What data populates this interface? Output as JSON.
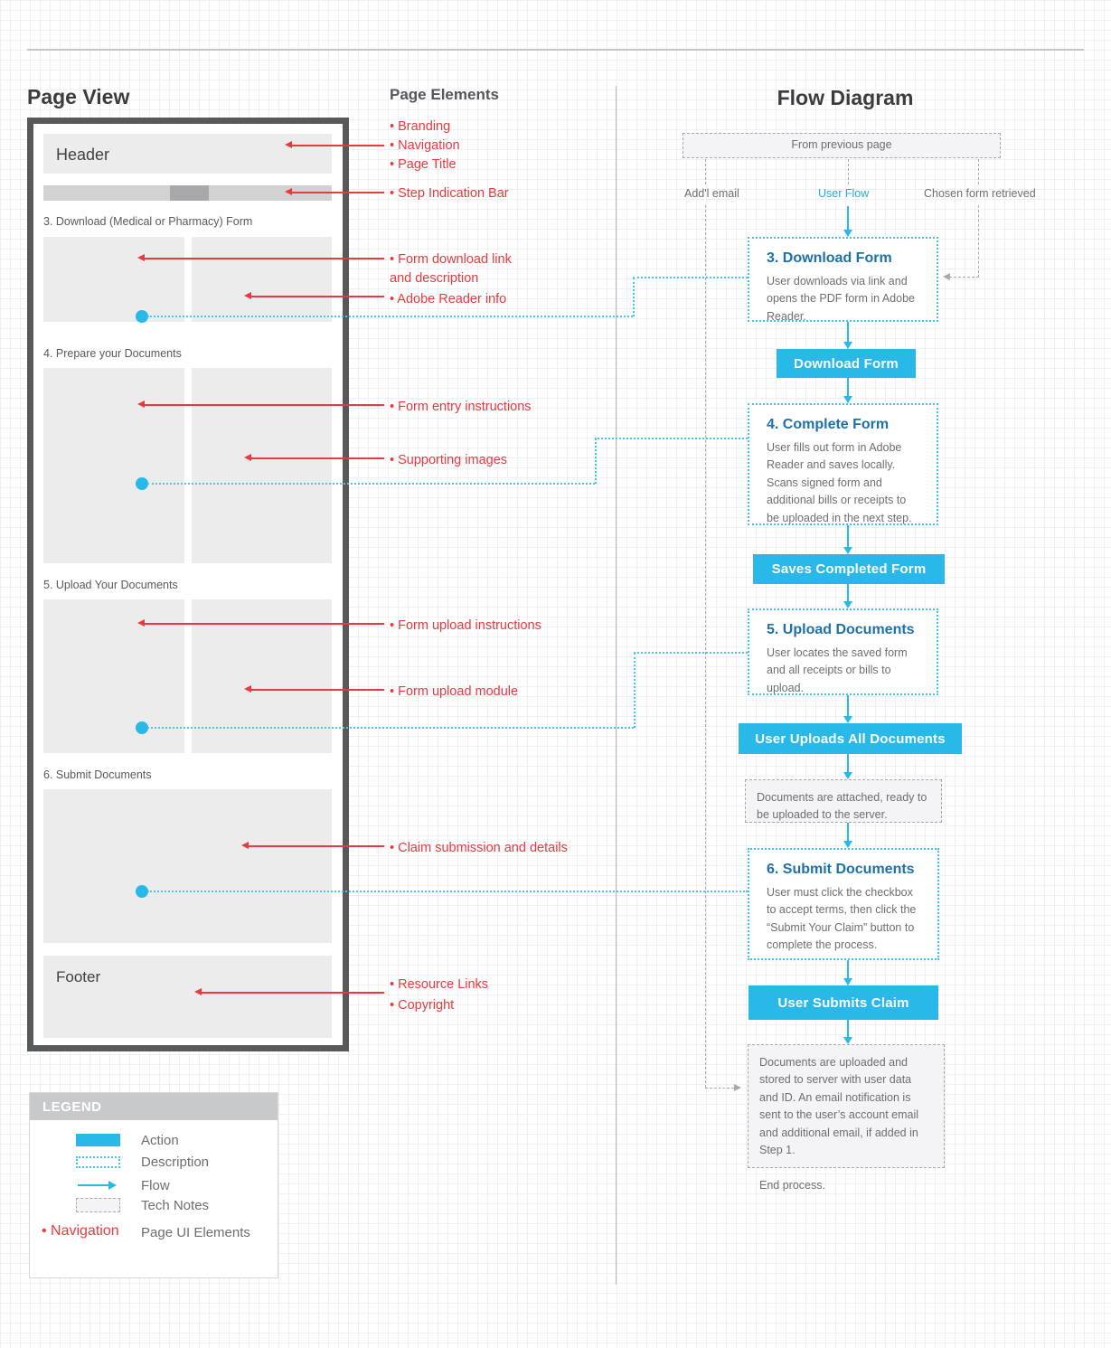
{
  "page_view": {
    "title": "Page View",
    "header_label": "Header",
    "sections": [
      {
        "label": "3. Download (Medical or Pharmacy) Form"
      },
      {
        "label": "4. Prepare your Documents"
      },
      {
        "label": "5. Upload Your Documents"
      },
      {
        "label": "6. Submit Documents"
      }
    ],
    "footer_label": "Footer"
  },
  "page_elements": {
    "title": "Page Elements",
    "items": [
      "• Branding",
      "• Navigation",
      "• Page Title",
      "• Step Indication Bar",
      "• Form download link\n   and description",
      "• Adobe Reader info",
      "• Form entry instructions",
      "• Supporting images",
      "• Form upload instructions",
      "• Form upload module",
      "• Claim submission and details",
      "• Resource Links",
      "• Copyright"
    ]
  },
  "flow": {
    "title": "Flow Diagram",
    "entry_box": "From previous page",
    "lanes": [
      "Add'l email",
      "User Flow",
      "Chosen form retrieved"
    ],
    "steps": [
      {
        "title": "3. Download Form",
        "description": "User downloads via link and opens the PDF form in Adobe Reader."
      },
      {
        "title": "4. Complete Form",
        "description": "User fills out form in Adobe Reader and saves locally. Scans signed form and additional bills or receipts to be uploaded in the next step."
      },
      {
        "title": "5. Upload Documents",
        "description": "User locates the saved form and all receipts or bills to upload."
      },
      {
        "title": "6. Submit Documents",
        "description": "User must click the checkbox to accept terms, then click the “Submit Your Claim” button to complete the process."
      }
    ],
    "actions": [
      "Download Form",
      "Saves Completed Form",
      "User Uploads All Documents",
      "User Submits Claim"
    ],
    "tech_notes": [
      "Documents are attached, ready to be uploaded to the server.",
      "Documents are uploaded and stored to server with user data and ID. An email notification is sent to the user’s account email and additional email, if added in Step 1.\n\nEnd process."
    ]
  },
  "legend": {
    "title": "LEGEND",
    "action_label": "Action",
    "description_label": "Description",
    "flow_label": "Flow",
    "tech_notes_label": "Tech Notes",
    "navigation_swatch": "• Navigation",
    "navigation_label": "Page UI Elements"
  },
  "colors": {
    "accent_cyan": "#29b9e8",
    "connector_cyan": "#4ac6f0",
    "step_title_blue": "#1d71a8",
    "annotation_red": "#e83a3e",
    "body_text_gray": "#6d6e71",
    "wireframe_border": "#58595b"
  }
}
